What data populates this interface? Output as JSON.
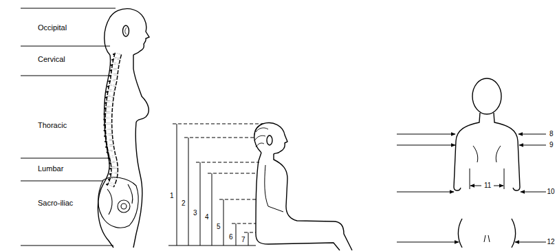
{
  "diagram": {
    "labels": [
      "Occipital",
      "Cervical",
      "Thoracic",
      "Lumbar",
      "Sacro-iliac",
      "1",
      "2",
      "3",
      "4",
      "5",
      "6",
      "7",
      "8",
      "9",
      "10",
      "11",
      "12"
    ]
  }
}
